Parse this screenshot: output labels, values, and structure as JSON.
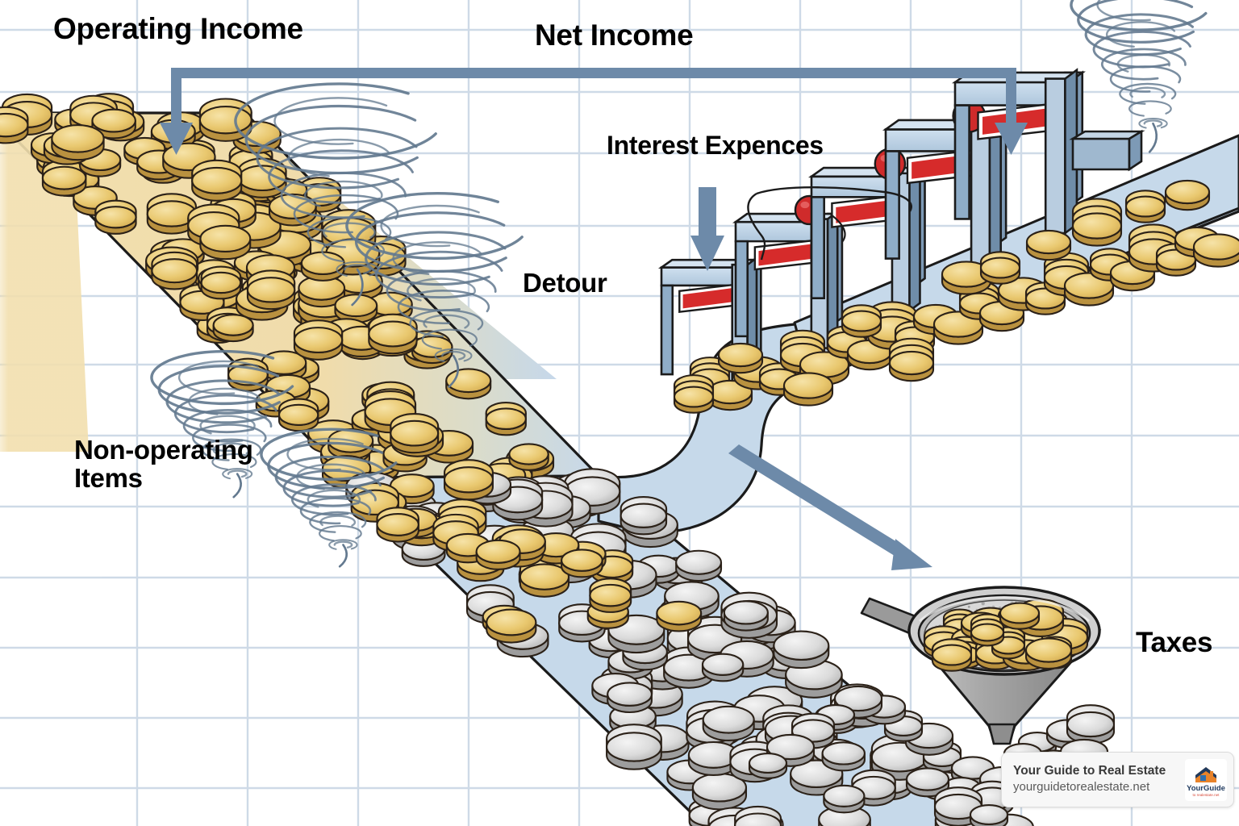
{
  "diagram": {
    "title_labels": {
      "operating_income": "Operating Income",
      "net_income": "Net Income",
      "interest_expences": "Interest Expences",
      "detour": "Detour",
      "non_operating_items": "Non-operating\nItems",
      "taxes": "Taxes"
    },
    "colors": {
      "grid_line": "#ccd9e6",
      "arrow": "#6d8aa9",
      "gold_road": "#f2dfae",
      "blue_road": "#c2d6e8",
      "gold_coin": "#eccd7e",
      "silver_coin": "#dcdcdc",
      "coin_outline": "#2b2118",
      "gate_body": "#b9cde0",
      "gate_shadow": "#7d9ab6",
      "gate_sign": "#d62b2b",
      "ball_red": "#cf2b2b",
      "tornado": "#63798f",
      "funnel": "#a8a8a8",
      "text": "#000000"
    },
    "elements": {
      "tornado_count": 5,
      "toll_gate_count": 5,
      "red_ball_count": 3,
      "funnel_label": "sieve-funnel-with-gold-coins",
      "box_on_road": "blue-block"
    }
  },
  "watermark": {
    "title": "Your Guide to Real Estate",
    "url": "yourguidetorealestate.net",
    "logo_alt": "YourGuide logo"
  }
}
